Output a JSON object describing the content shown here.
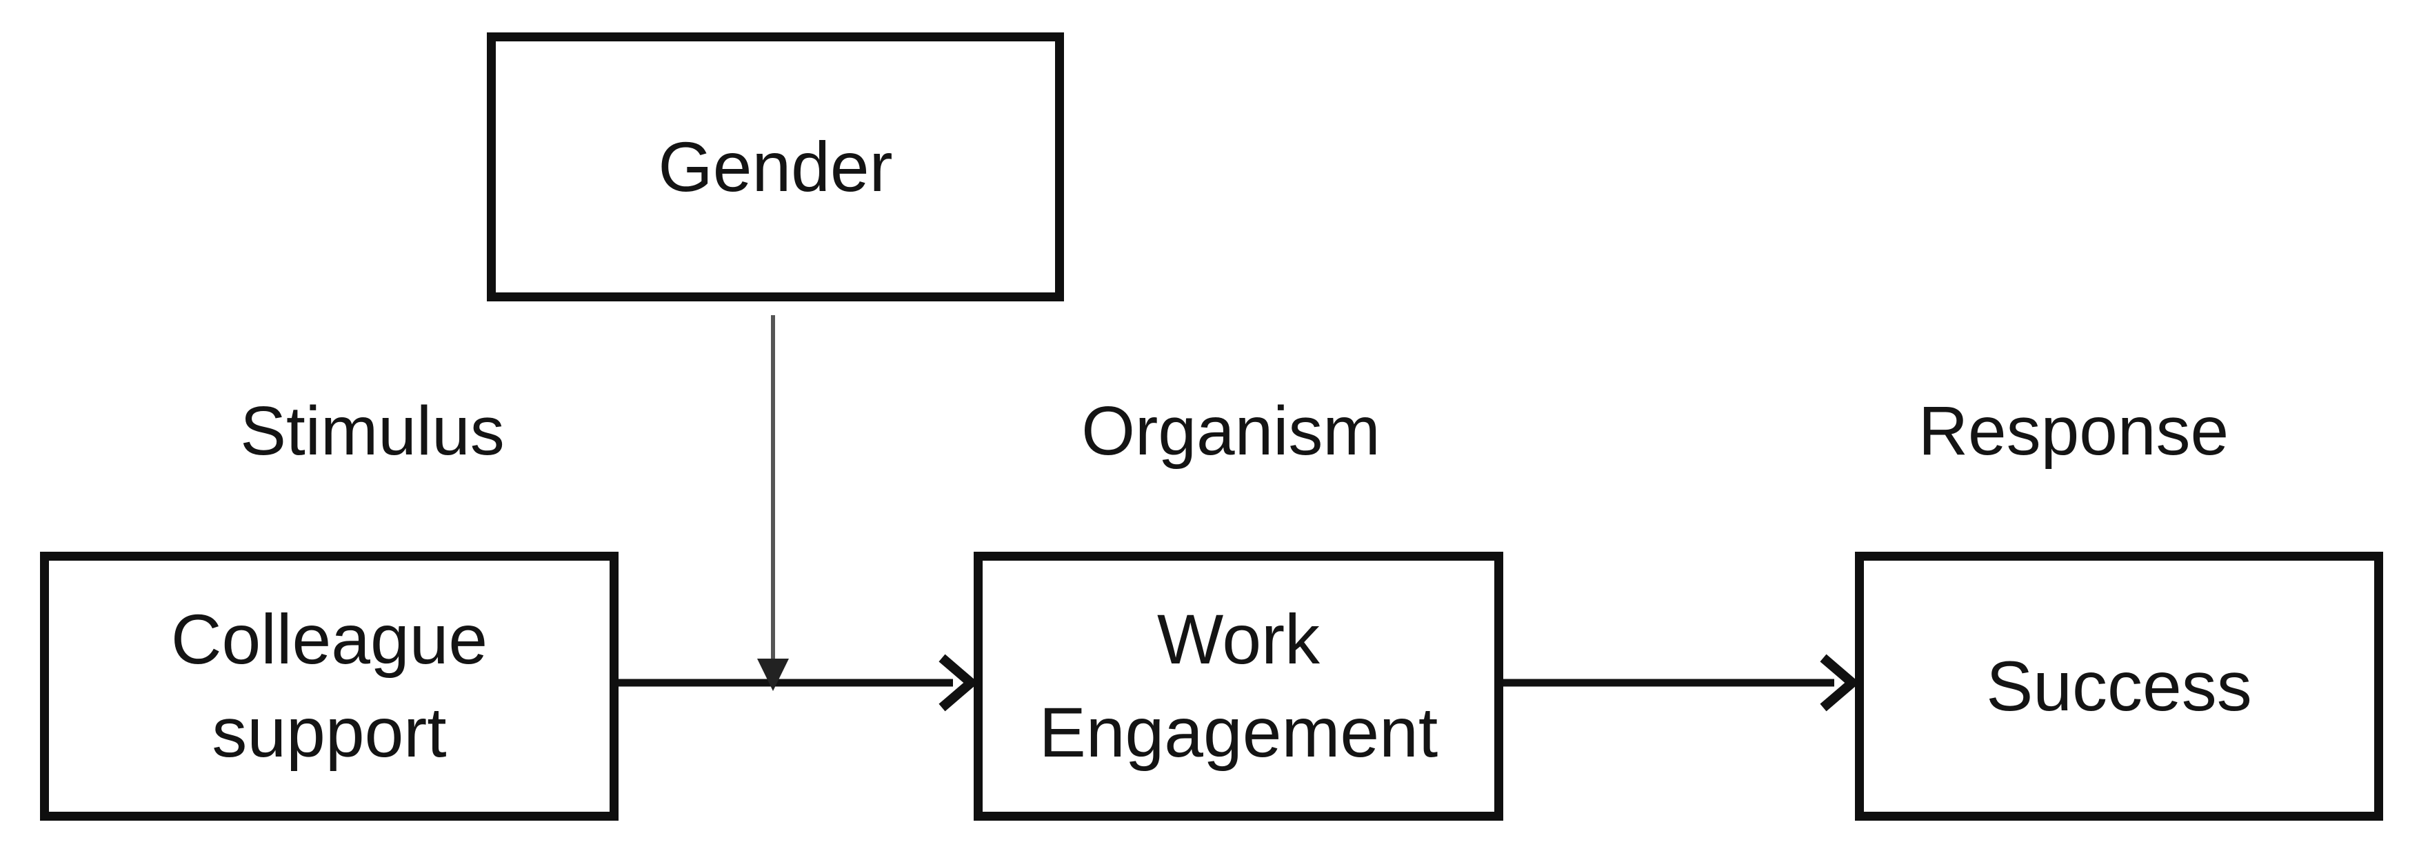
{
  "diagram": {
    "type": "conceptual-model",
    "framework": "Stimulus-Organism-Response"
  },
  "colors": {
    "ink": "#141414",
    "border": "#0f0f0f",
    "connector-line": "#555555",
    "connector-head": "#222222",
    "arrow": "#111111",
    "bg": "#ffffff"
  },
  "nodes": {
    "gender": {
      "label": "Gender"
    },
    "colleague_support": {
      "label": "Colleague support",
      "lines": [
        "Colleague",
        "support"
      ]
    },
    "work_engagement": {
      "label": "Work Engagement",
      "lines": [
        "Work",
        "Engagement"
      ]
    },
    "success": {
      "label": "Success"
    }
  },
  "zone_labels": {
    "stimulus": "Stimulus",
    "organism": "Organism",
    "response": "Response"
  },
  "edges": [
    {
      "from": "Colleague support",
      "to": "Work Engagement",
      "type": "direct-arrow"
    },
    {
      "from": "Work Engagement",
      "to": "Success",
      "type": "direct-arrow"
    },
    {
      "from": "Gender",
      "to": "Colleague support → Work Engagement path",
      "type": "moderation-arrow"
    }
  ]
}
